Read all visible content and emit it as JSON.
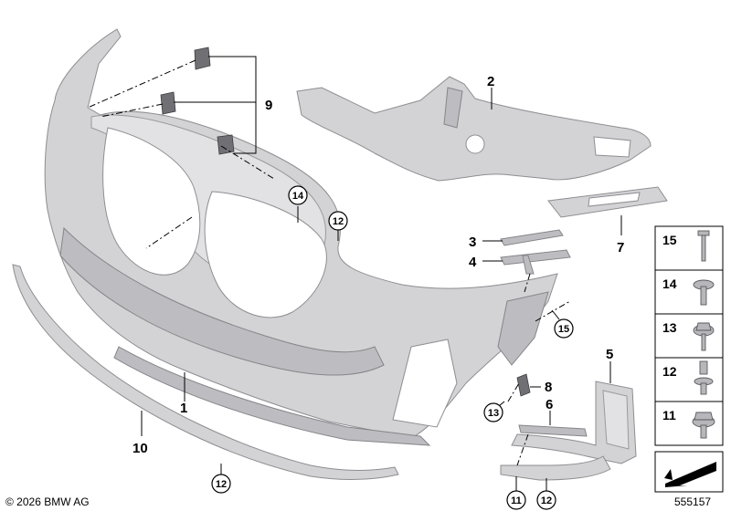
{
  "callouts": {
    "c1": "1",
    "c2": "2",
    "c3": "3",
    "c4": "4",
    "c5": "5",
    "c6": "6",
    "c7": "7",
    "c8": "8",
    "c9": "9",
    "c10": "10",
    "r14": "14",
    "r12a": "12",
    "r15": "15",
    "r13": "13",
    "r12b": "12",
    "r11": "11",
    "r12c": "12"
  },
  "legend": {
    "items": [
      "15",
      "14",
      "13",
      "12",
      "11"
    ]
  },
  "footer": {
    "copyright": "© 2026 BMW AG",
    "diagram_number": "555157"
  }
}
